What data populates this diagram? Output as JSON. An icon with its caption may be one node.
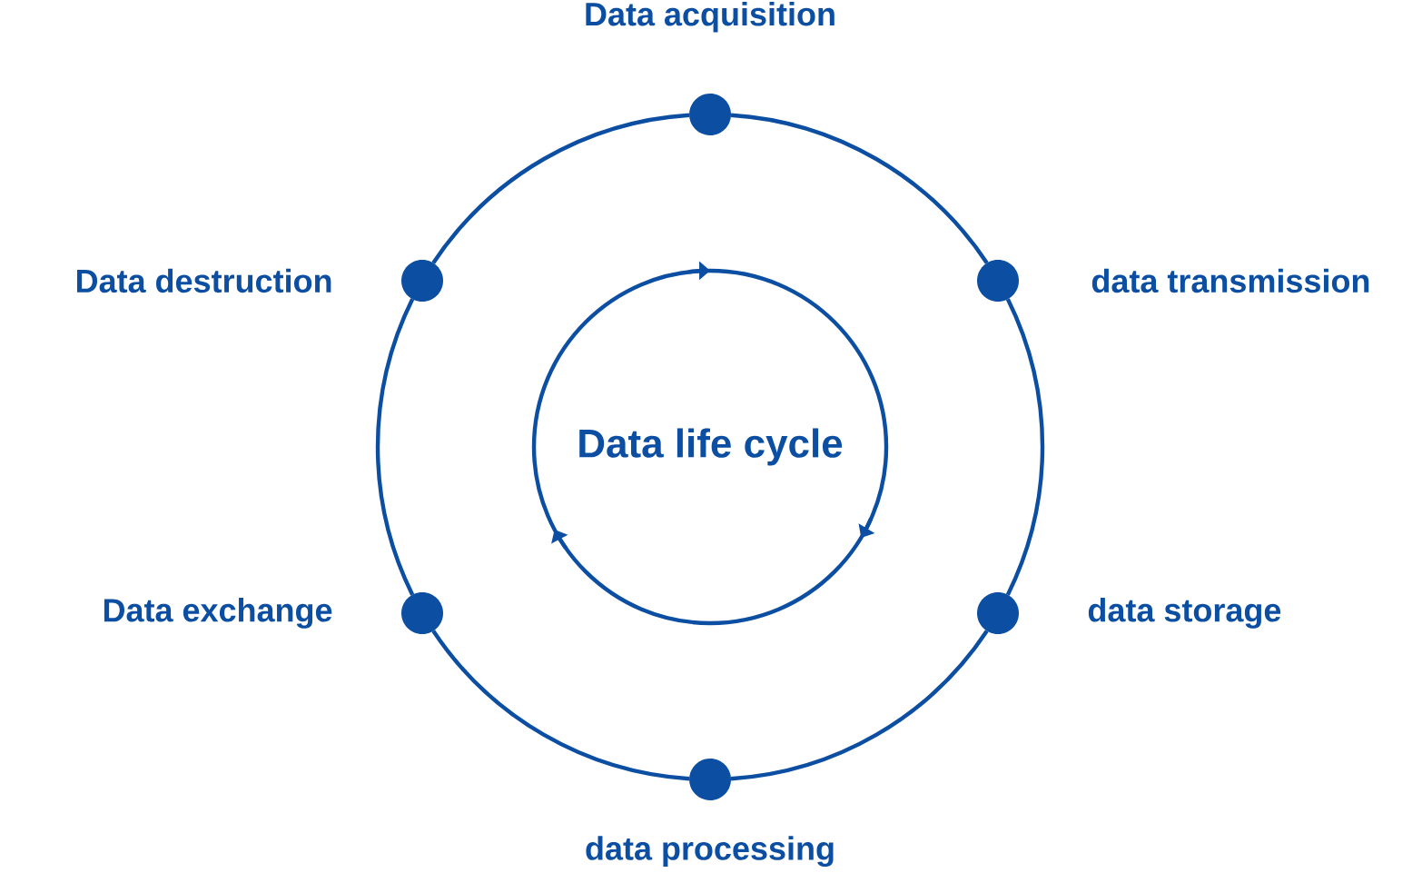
{
  "diagram": {
    "nodes": [
      {
        "text": [
          "Data life cycle"
        ]
      },
      {
        "text": [],
        "shape": "circle",
        "beside": [
          "Data acquisition"
        ]
      },
      {
        "text": [],
        "shape": "circle",
        "beside": [
          "data transmission"
        ]
      },
      {
        "text": [],
        "shape": "circle",
        "beside": [
          "data storage"
        ]
      },
      {
        "text": [],
        "shape": "circle",
        "beside": [
          "data processing"
        ]
      },
      {
        "text": [],
        "shape": "circle",
        "beside": [
          "Data exchange"
        ]
      },
      {
        "text": [],
        "shape": "circle",
        "beside": [
          "Data destruction"
        ]
      }
    ],
    "edges": [
      {
        "from": 1,
        "to": 2,
        "arrow": "none"
      },
      {
        "from": 2,
        "to": 3,
        "arrow": "none"
      },
      {
        "from": 3,
        "to": 4,
        "arrow": "none"
      },
      {
        "from": 4,
        "to": 5,
        "arrow": "none"
      },
      {
        "from": 5,
        "to": 6,
        "arrow": "none"
      },
      {
        "from": 6,
        "to": 1,
        "arrow": "none"
      }
    ]
  }
}
